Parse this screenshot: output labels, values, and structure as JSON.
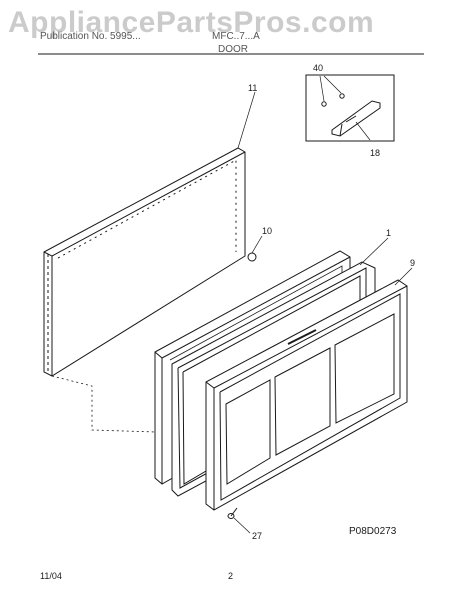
{
  "watermark": "AppliancePartsPros.com",
  "header": {
    "left": "Publication No. 5995...",
    "model": "MFC..7...A",
    "section_title": "DOOR"
  },
  "callouts": {
    "panel": "11",
    "screw_bumper": "10",
    "gasket": "1",
    "door": "9",
    "hinge_screws": "40",
    "hinge": "18",
    "lower_screw": "27"
  },
  "diagram_code": "P08D0273",
  "footer": {
    "date": "11/04",
    "page": "2"
  },
  "colors": {
    "line": "#1a1a1a",
    "watermark": "#a0a0a0",
    "panel_fill": "#ffffff"
  }
}
